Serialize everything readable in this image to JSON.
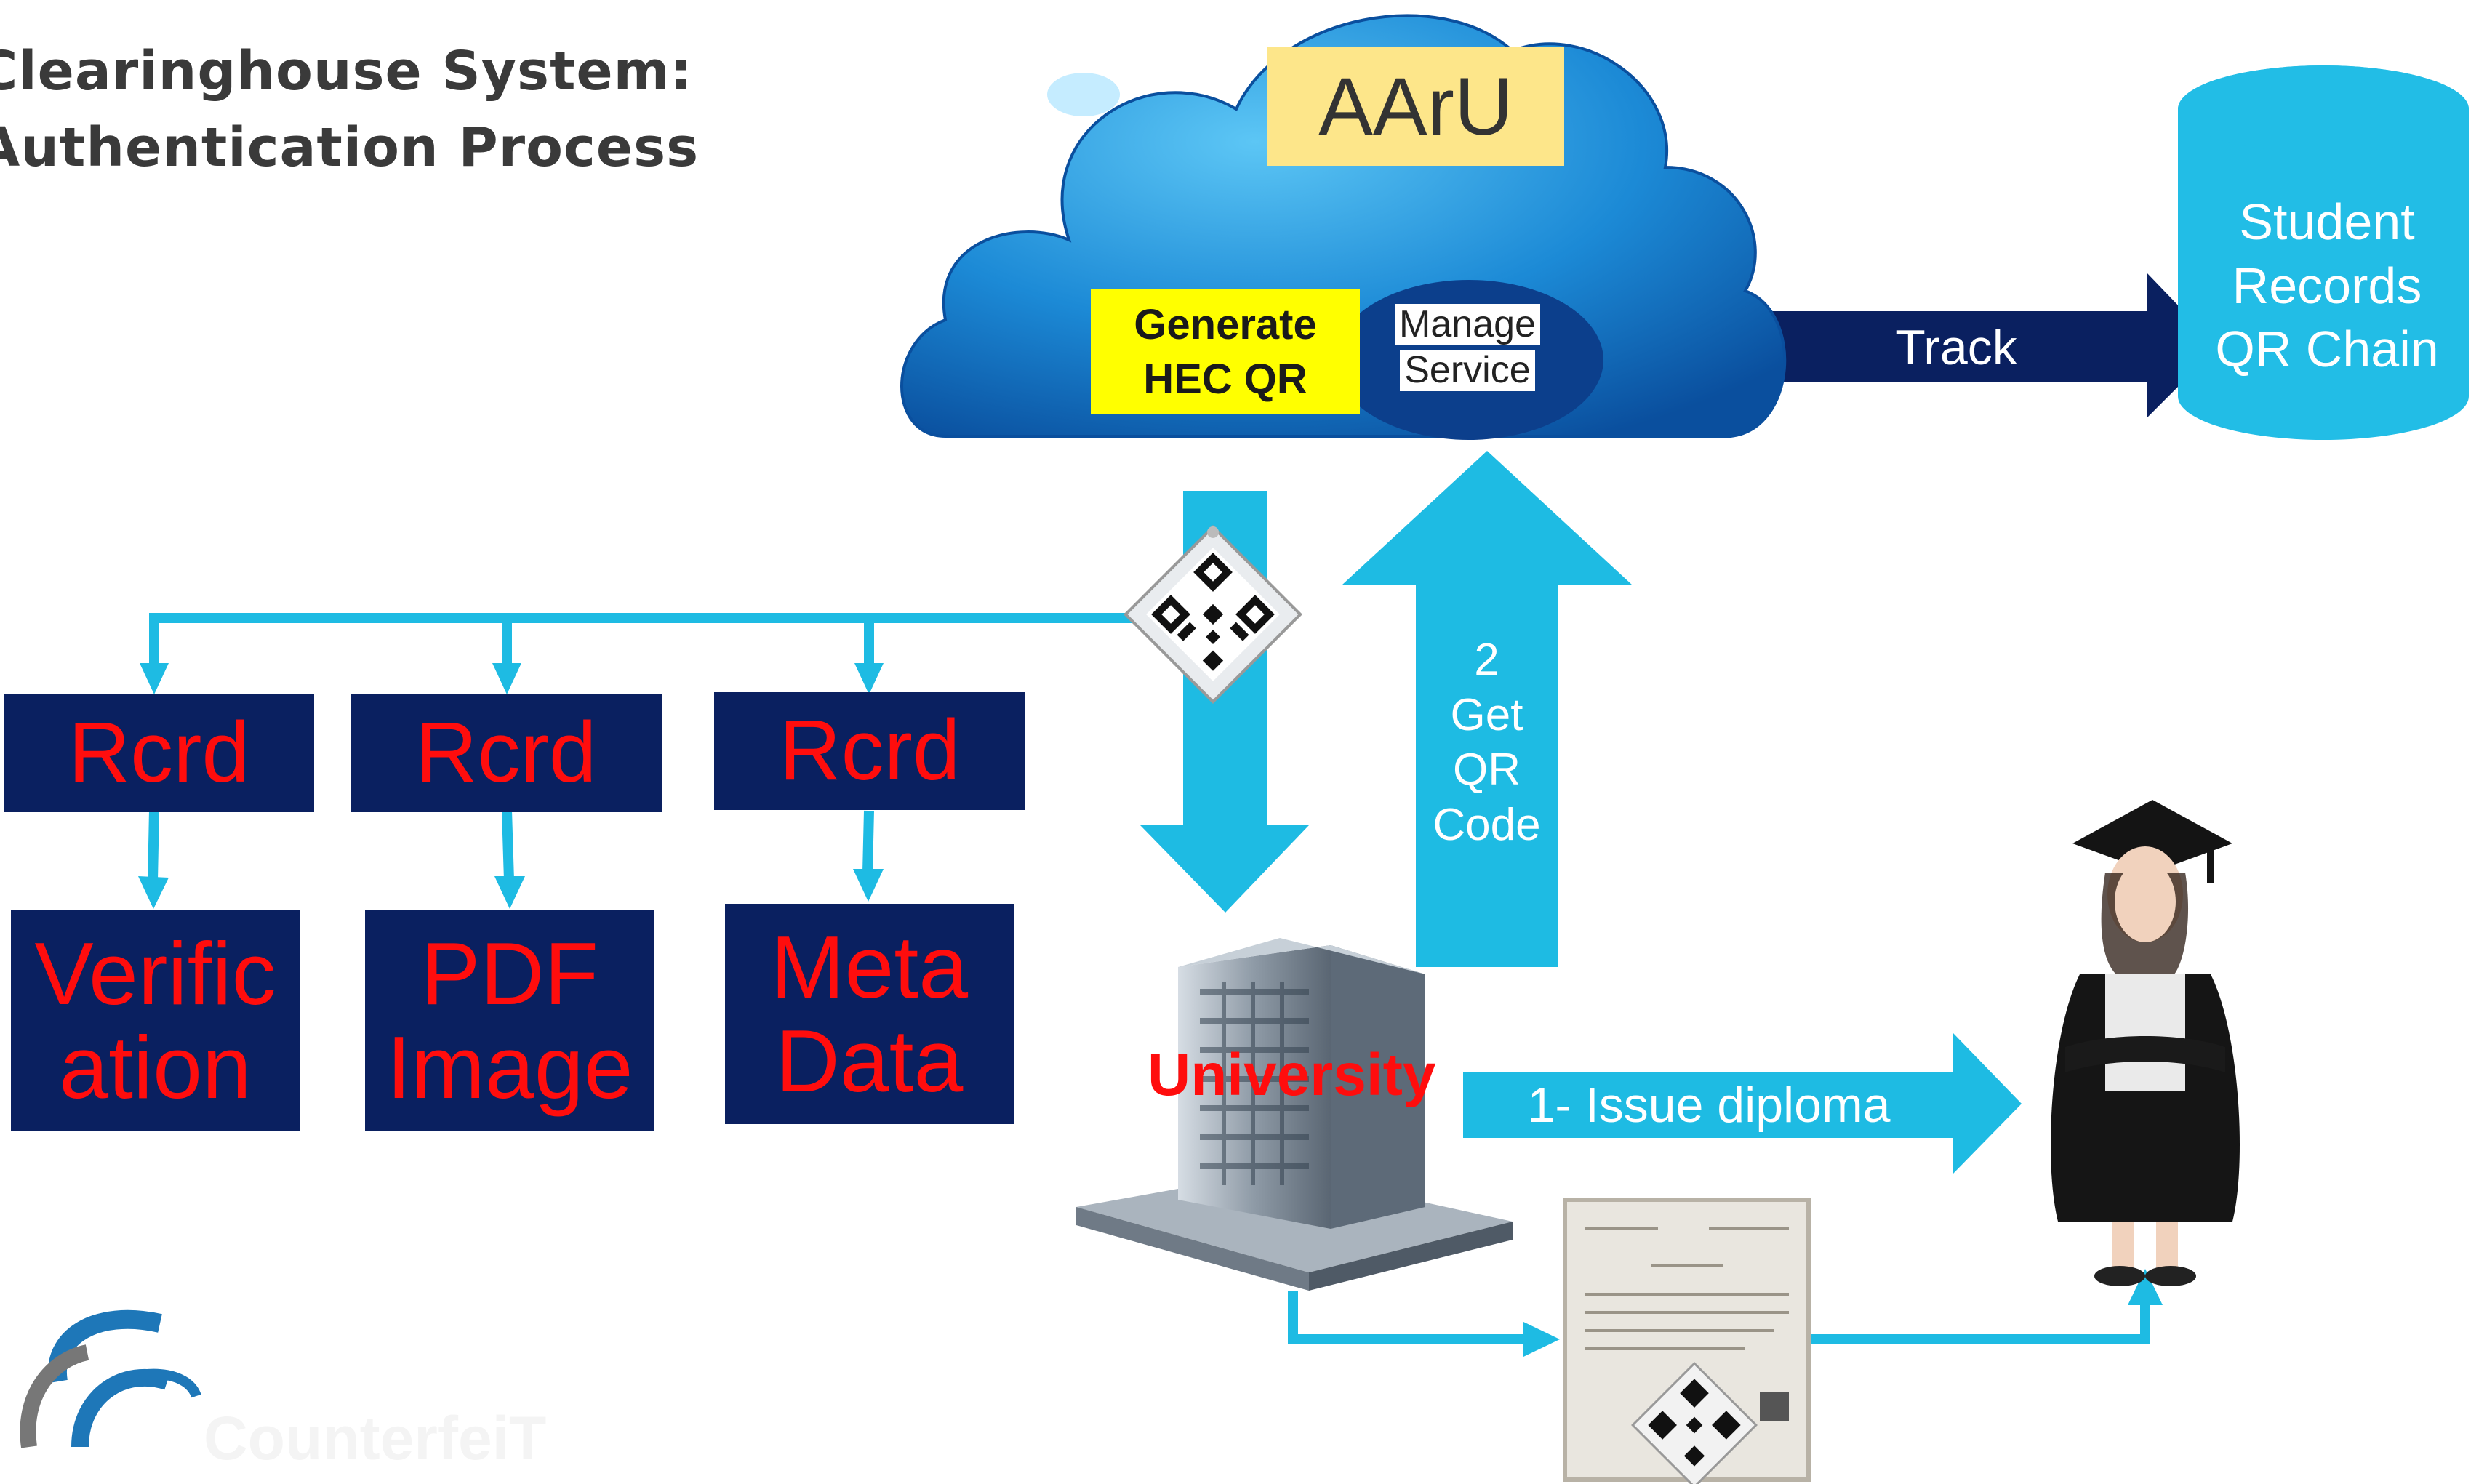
{
  "title": {
    "line1": "Clearinghouse System:",
    "line2": "Authentication Process"
  },
  "cloud": {
    "label": "AArU",
    "generate_line1": "Generate",
    "generate_line2": "HEC QR",
    "manage_line1": "Manage",
    "manage_line2": "Service"
  },
  "track_label": "Track",
  "database": {
    "line1": "Student",
    "line2": "Records",
    "line3": "QR Chain"
  },
  "get_qr": {
    "line1": "2",
    "line2": "Get",
    "line3": "QR",
    "line4": "Code"
  },
  "records": [
    {
      "label": "Rcrd",
      "output_line1": "Verific",
      "output_line2": "ation"
    },
    {
      "label": "Rcrd",
      "output_line1": "PDF",
      "output_line2": "Image"
    },
    {
      "label": "Rcrd",
      "output_line1": "Meta",
      "output_line2": "Data"
    }
  ],
  "university_label": "University",
  "issue_label": "1- Issue diploma",
  "logo_text": "CounterfeiT",
  "colors": {
    "arrow_light": "#1ebbe3",
    "navy": "#0a2060",
    "red_text": "#ff0d0d",
    "yellow": "#ffff00",
    "cloud_blue": "#1f8fd8",
    "db_cyan": "#22bde6"
  }
}
